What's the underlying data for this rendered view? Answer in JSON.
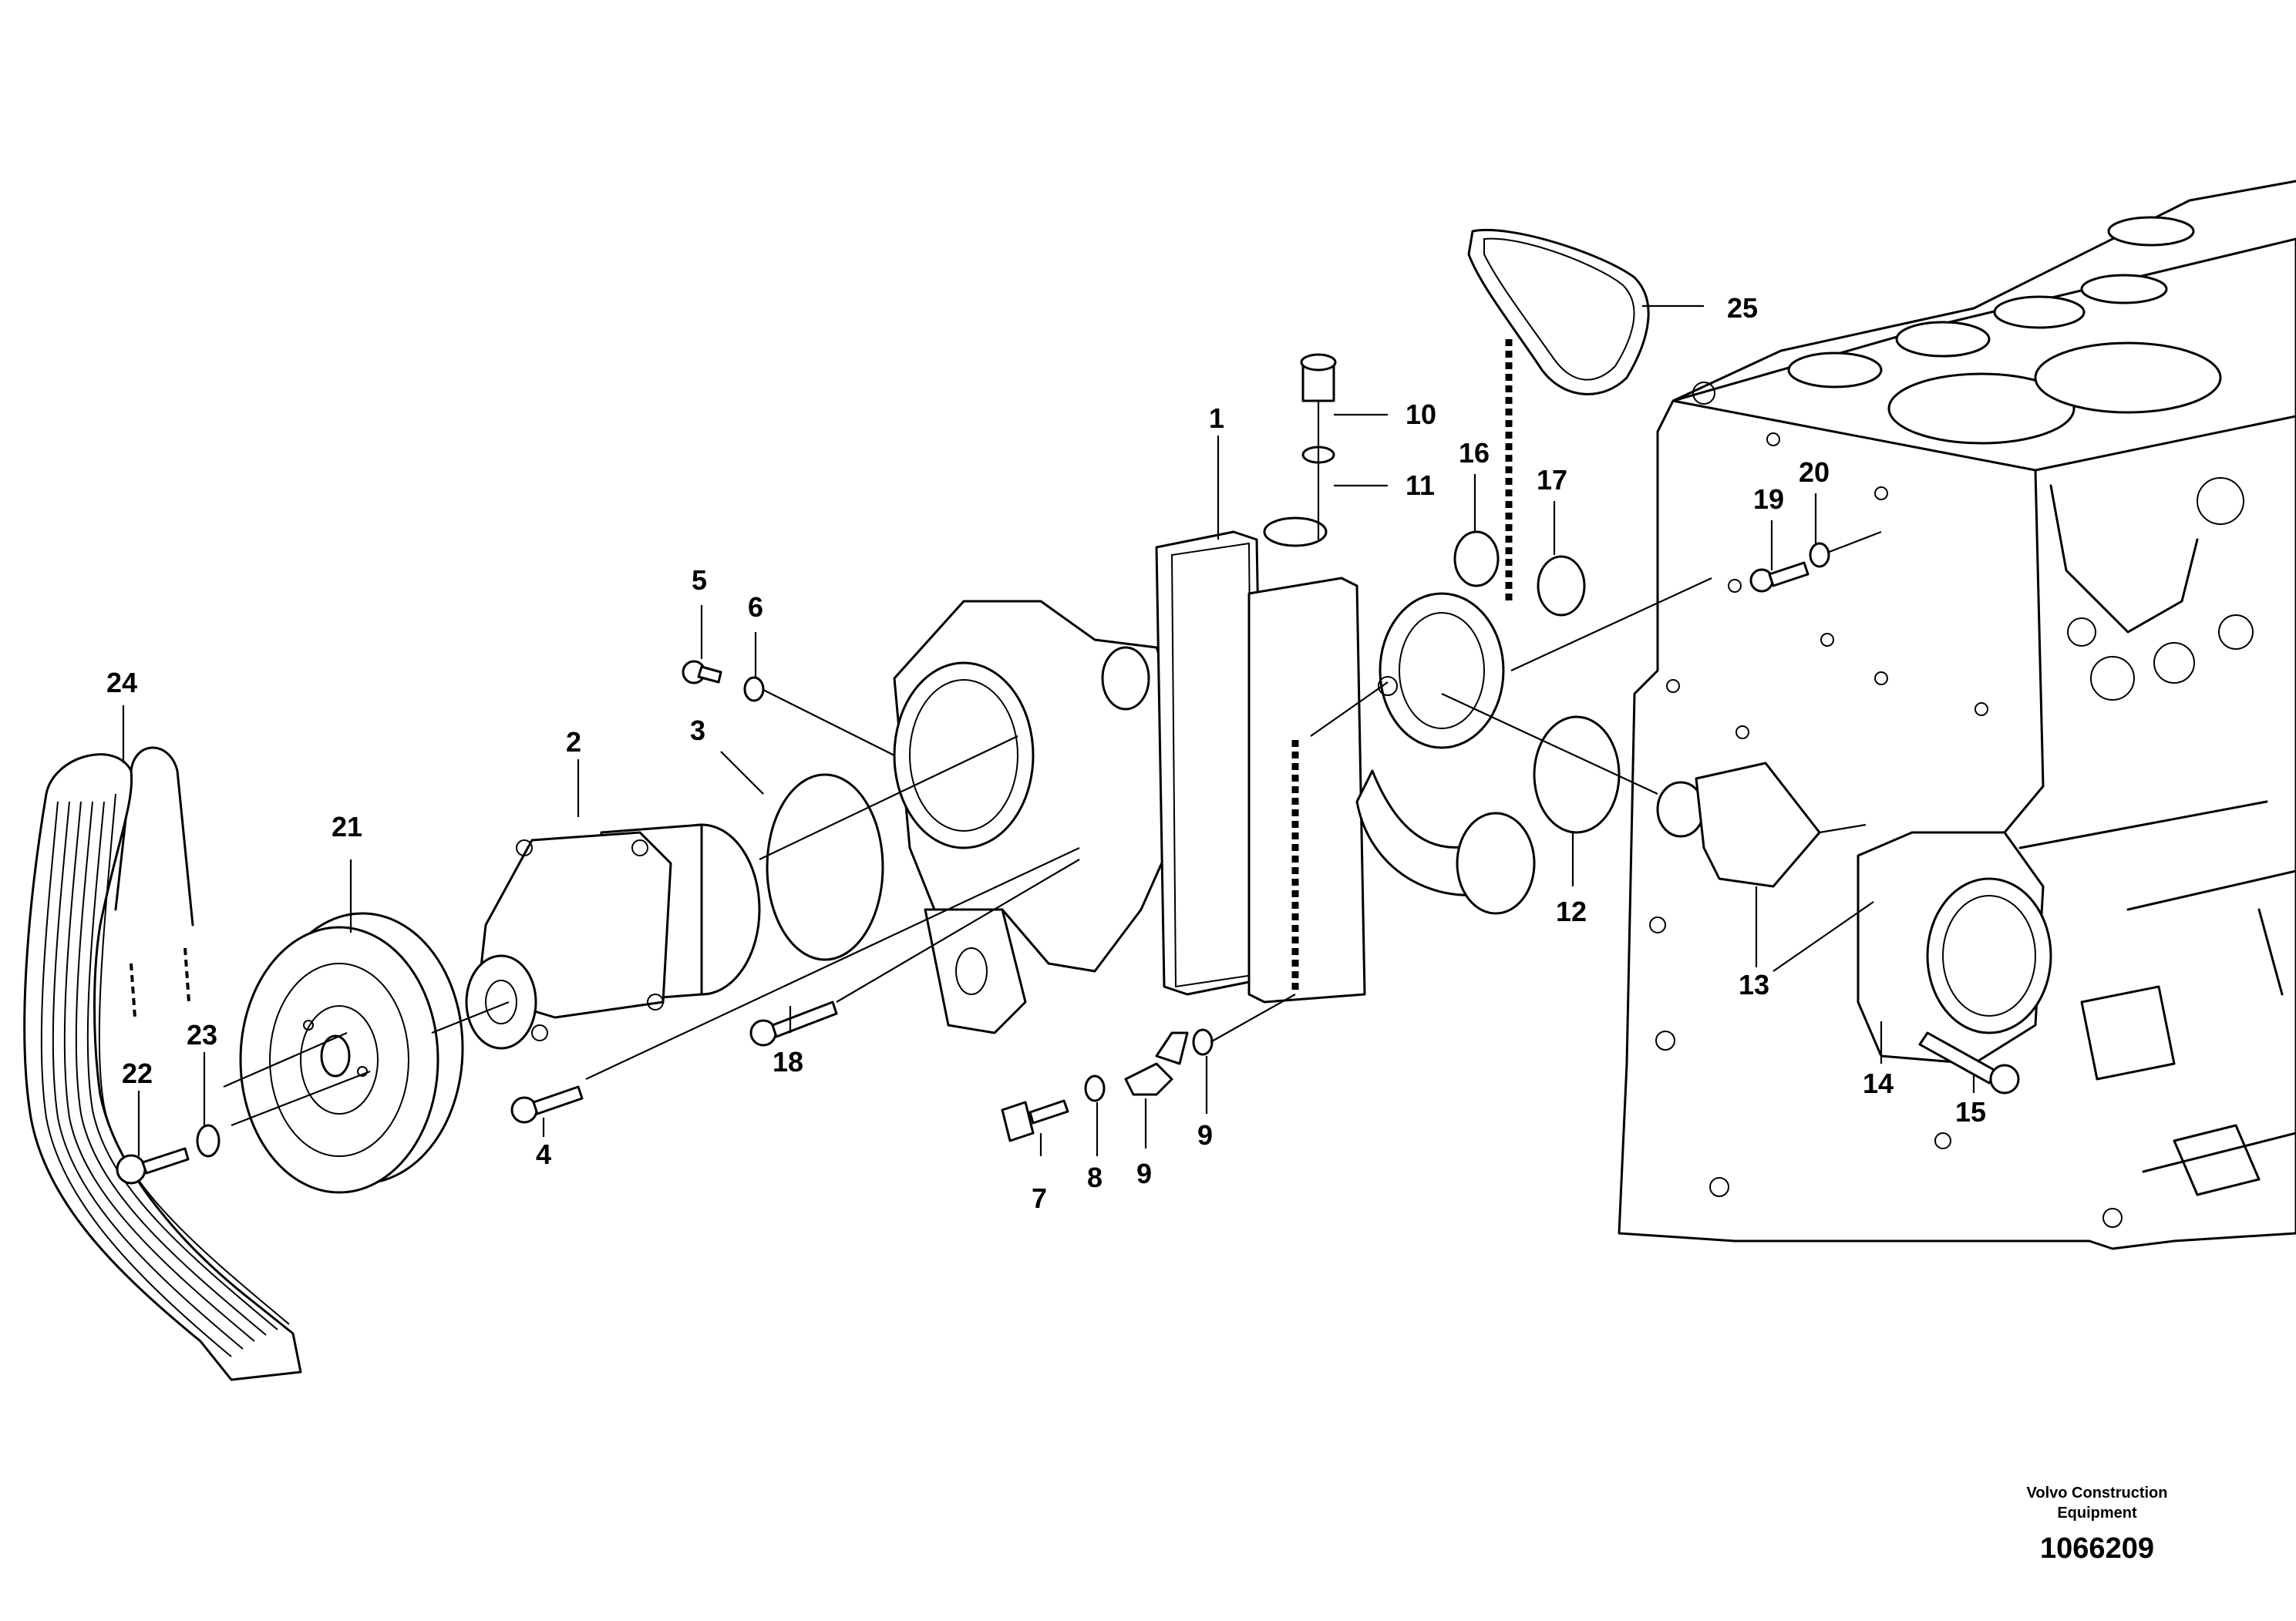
{
  "callouts": [
    "1",
    "2",
    "3",
    "4",
    "5",
    "6",
    "7",
    "8",
    "9",
    "9",
    "10",
    "11",
    "12",
    "13",
    "14",
    "15",
    "16",
    "17",
    "18",
    "19",
    "20",
    "21",
    "22",
    "23",
    "24",
    "25"
  ],
  "footer": {
    "brand_line1": "Volvo Construction",
    "brand_line2": "Equipment",
    "drawing_number": "1066209"
  }
}
